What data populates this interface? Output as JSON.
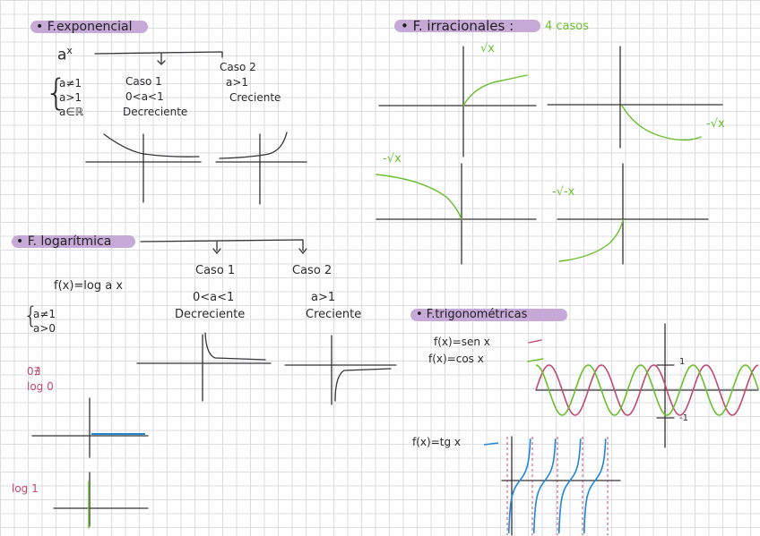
{
  "exponencial": {
    "title": "• F.exponencial",
    "expr": "a",
    "expr_sup": "x",
    "conditions": [
      "a≠1",
      "a>1",
      "a∈ℝ"
    ],
    "caso1": {
      "name": "Caso 1",
      "cond": "0<a<1",
      "trend": "Decreciente"
    },
    "caso2": {
      "name": "Caso 2",
      "cond": "a>1",
      "trend": "Creciente"
    }
  },
  "irracionales": {
    "title": "• F. irracionales :",
    "subtitle": "4 casos",
    "labels": [
      "√x",
      "-√x",
      "-√x",
      "-√-x"
    ]
  },
  "logaritmica": {
    "title": "• F. logarítmica",
    "expr": "f(x)=log a x",
    "conditions": [
      "a≠1",
      "a>0"
    ],
    "caso1": {
      "name": "Caso 1",
      "cond": "0<a<1",
      "trend": "Decreciente"
    },
    "caso2": {
      "name": "Caso 2",
      "cond": "a>1",
      "trend": "Creciente"
    },
    "notes": [
      "0∄",
      "log 0",
      "log 1"
    ]
  },
  "trigonometricas": {
    "title": "• F.trigonométricas",
    "sen": "f(x)=sen x",
    "cos": "f(x)=cos x",
    "tg": "f(x)=tg x",
    "max": "1",
    "min": "-1"
  },
  "colors": {
    "header": "#c7a9d8",
    "green": "#6bbf2f",
    "pink": "#c14a73",
    "blue": "#1f86d8",
    "axis": "#333333"
  }
}
